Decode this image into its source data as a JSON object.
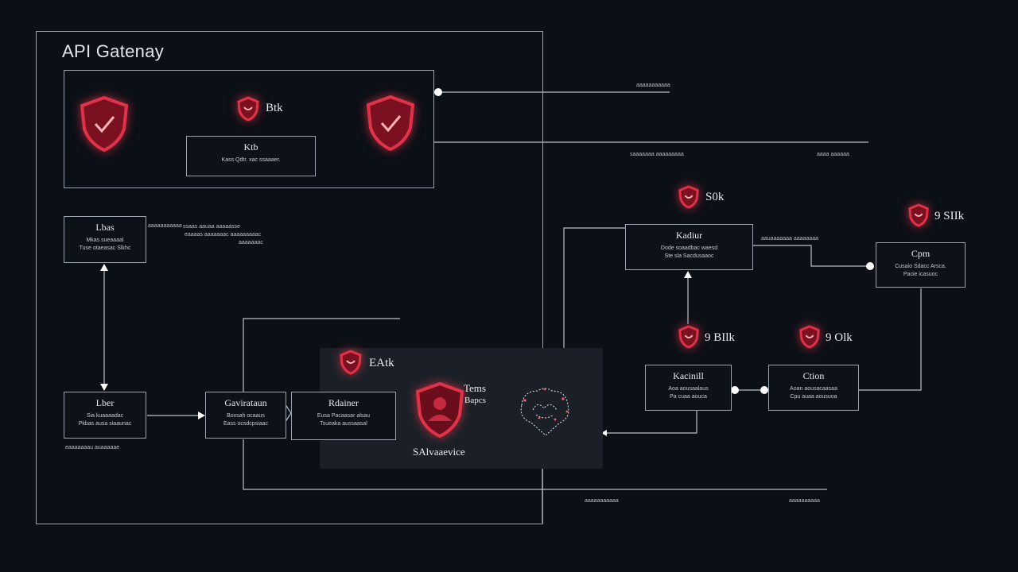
{
  "title": "API Gatenay",
  "colors": {
    "accent": "#e0334a",
    "line": "#9aa3ad",
    "background": "#0b0f16",
    "panel": "#1b2028"
  },
  "top_panel": {
    "badge_label": "Btk",
    "inner_box": {
      "title": "Ktb",
      "subtitle": "Kass Qdtr. xac ssaaaer."
    }
  },
  "tags": {
    "tag_1": "S0k",
    "tag_2": "9 SIIk",
    "tag_3": "9 BIlk",
    "tag_4": "9 Olk",
    "tag_5": "EAtk"
  },
  "boxes": {
    "lbas": {
      "title": "Lbas",
      "line1": "Mkas sueaaaal",
      "line2": "Tuse otaeasac Slkhc"
    },
    "lber": {
      "title": "Lber",
      "line1": "Sia kuaaaadac",
      "line2": "Pkbas ausa siaaunac"
    },
    "gaviratun": {
      "title": "Gavirataun",
      "line1": "Boxsah ocaaus",
      "line2": "Eass ocsdcpsiaac"
    },
    "rdainer": {
      "title": "Rdainer",
      "line1": "Eusa Pacaasar alsau",
      "line2": "Tsueaka aussaasal"
    },
    "kadiur": {
      "title": "Kadiur",
      "line1": "Dode soaadbac waesd",
      "line2": "Ste sla Sacdusaaoc"
    },
    "cpm": {
      "title": "Cpm",
      "line1": "Cusaio Sdacc Arsca.",
      "line2": "Pacie icasuoc"
    },
    "kacinill": {
      "title": "Kacinill",
      "line1": "Aoa aousaalaus",
      "line2": "Pa cuaa aouca"
    },
    "ction": {
      "title": "Ction",
      "line1": "Aoan aousacaasaa",
      "line2": "Cpu auaa aousuoa"
    }
  },
  "dark_panel": {
    "tems_label": "Tems",
    "tems_sub": "Bapcs",
    "bottom_label": "SAlvaaevice"
  },
  "annotations": {
    "a1": "aaaaaaaaaaa",
    "a2": "eaaaaaaau auaaaaae",
    "a3": "aaaaaaaaaaa",
    "a4": "ssaas  aauaa  aaaaasse",
    "a5": "eaaaas  aaaaaaac  aaaaaaaaac",
    "a6": "aaaaaaac",
    "a7": "saaaaaaa   aaaaaaaaa",
    "a8": "aauaaaaaaa   aaaaaaaa",
    "a9": "aaaa aaaaaa",
    "a10": "aaaaaaaaaaa",
    "a11": "aaaaaaaaaa"
  }
}
